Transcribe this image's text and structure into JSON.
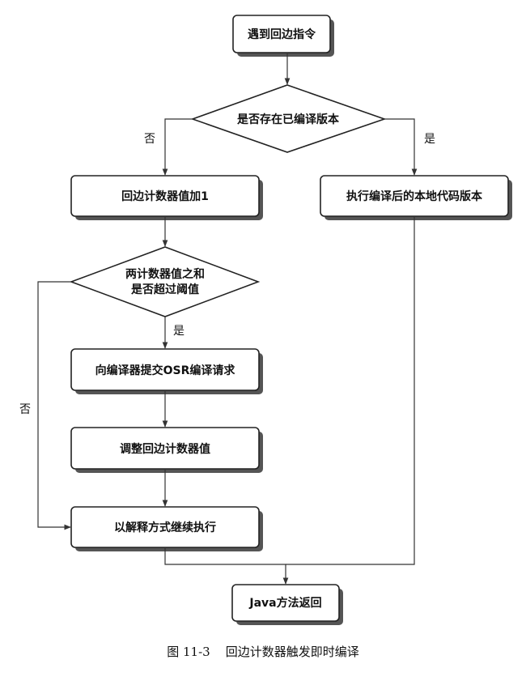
{
  "nodes": {
    "start": "遇到回边指令",
    "check_compiled": "是否存在已编译版本",
    "increment": "回边计数器值加1",
    "threshold_line1": "两计数器值之和",
    "threshold_line2": "是否超过阈值",
    "submit_osr": "向编译器提交OSR编译请求",
    "adjust": "调整回边计数器值",
    "interpret": "以解释方式继续执行",
    "execute_native": "执行编译后的本地代码版本",
    "return": "Java方法返回"
  },
  "edge_labels": {
    "compiled_no": "否",
    "compiled_yes": "是",
    "threshold_yes": "是",
    "threshold_no": "否"
  },
  "caption": "图 11-3    回边计数器触发即时编译"
}
